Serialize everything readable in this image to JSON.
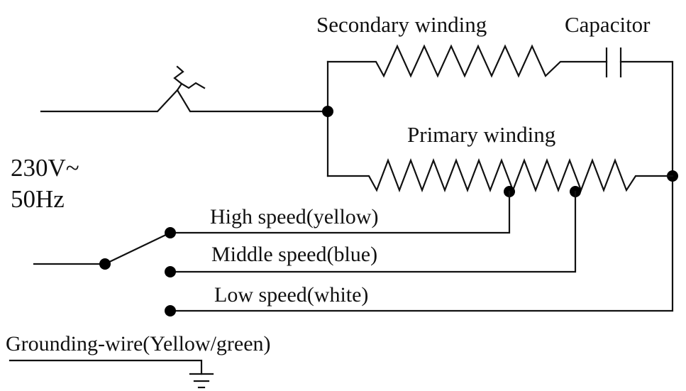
{
  "diagram": {
    "labels": {
      "secondary_winding": "Secondary winding",
      "capacitor": "Capacitor",
      "primary_winding": "Primary winding",
      "voltage": "230V~",
      "frequency": "50Hz",
      "high_speed": "High speed(yellow)",
      "middle_speed": "Middle speed(blue)",
      "low_speed": "Low speed(white)",
      "grounding": "Grounding-wire(Yellow/green)"
    },
    "colors": {
      "stroke": "#111111",
      "background": "#ffffff"
    }
  }
}
